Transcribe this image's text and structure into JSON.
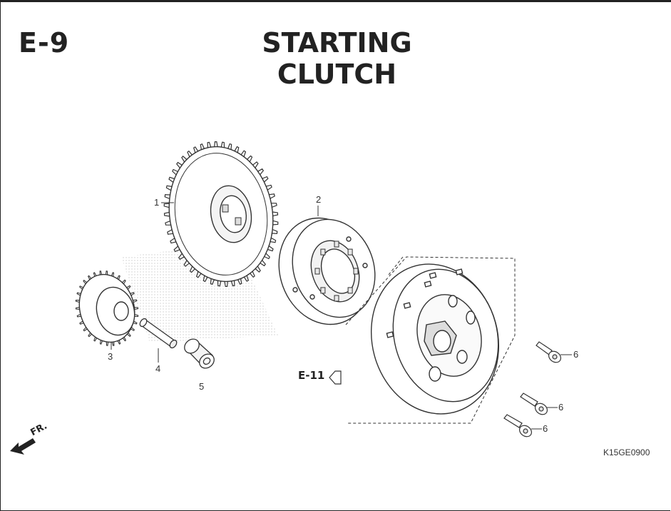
{
  "header": {
    "section": "E-9",
    "title": "STARTING CLUTCH"
  },
  "diagram_code": "K15GE0900",
  "reference": {
    "label": "E-11"
  },
  "direction": {
    "label": "FR."
  },
  "callouts": [
    "1",
    "2",
    "3",
    "4",
    "5",
    "6",
    "6",
    "6"
  ]
}
